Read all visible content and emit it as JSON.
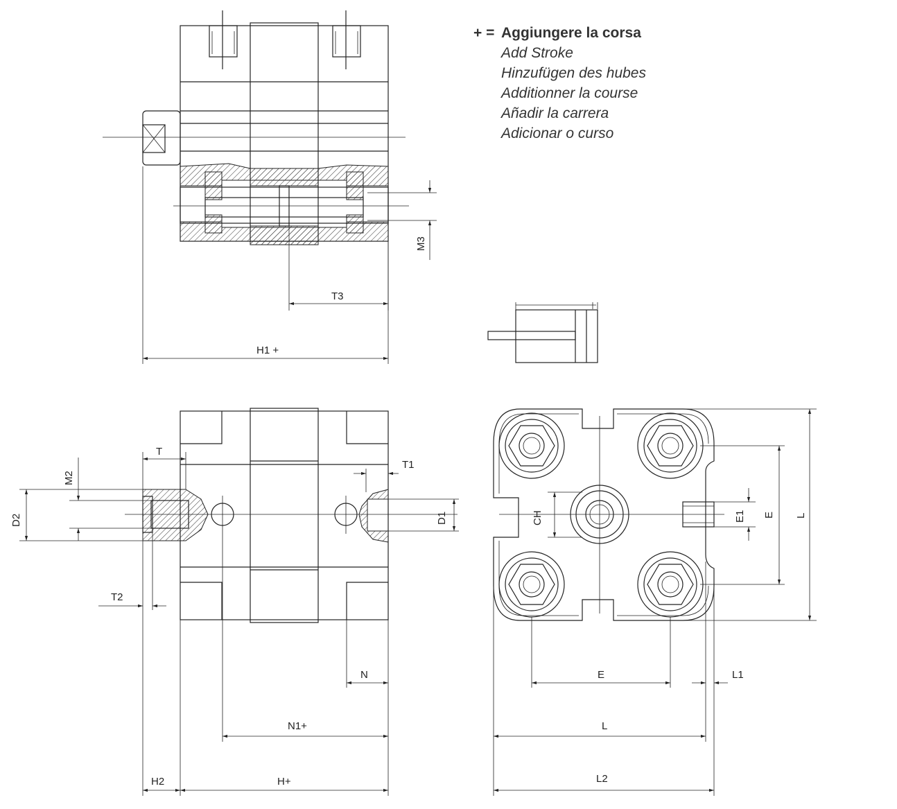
{
  "legend": {
    "symbol": "+ =",
    "title": "Aggiungere la corsa",
    "lines": [
      "Add Stroke",
      "Hinzufügen des hubes",
      "Additionner la course",
      "Añadir la carrera",
      "Adicionar o curso"
    ]
  },
  "dimensions": {
    "m3": "M3",
    "t3": "T3",
    "h1": "H1 +",
    "t": "T",
    "t1": "T1",
    "m2": "M2",
    "d2": "D2",
    "d1": "D1",
    "t2": "T2",
    "n": "N",
    "n1": "N1+",
    "h2": "H2",
    "h": "H+",
    "ch": "CH",
    "e1": "E1",
    "e_vertical": "E",
    "l_vertical": "L",
    "e_horizontal": "E",
    "l1": "L1",
    "l_horizontal": "L",
    "l2": "L2"
  }
}
